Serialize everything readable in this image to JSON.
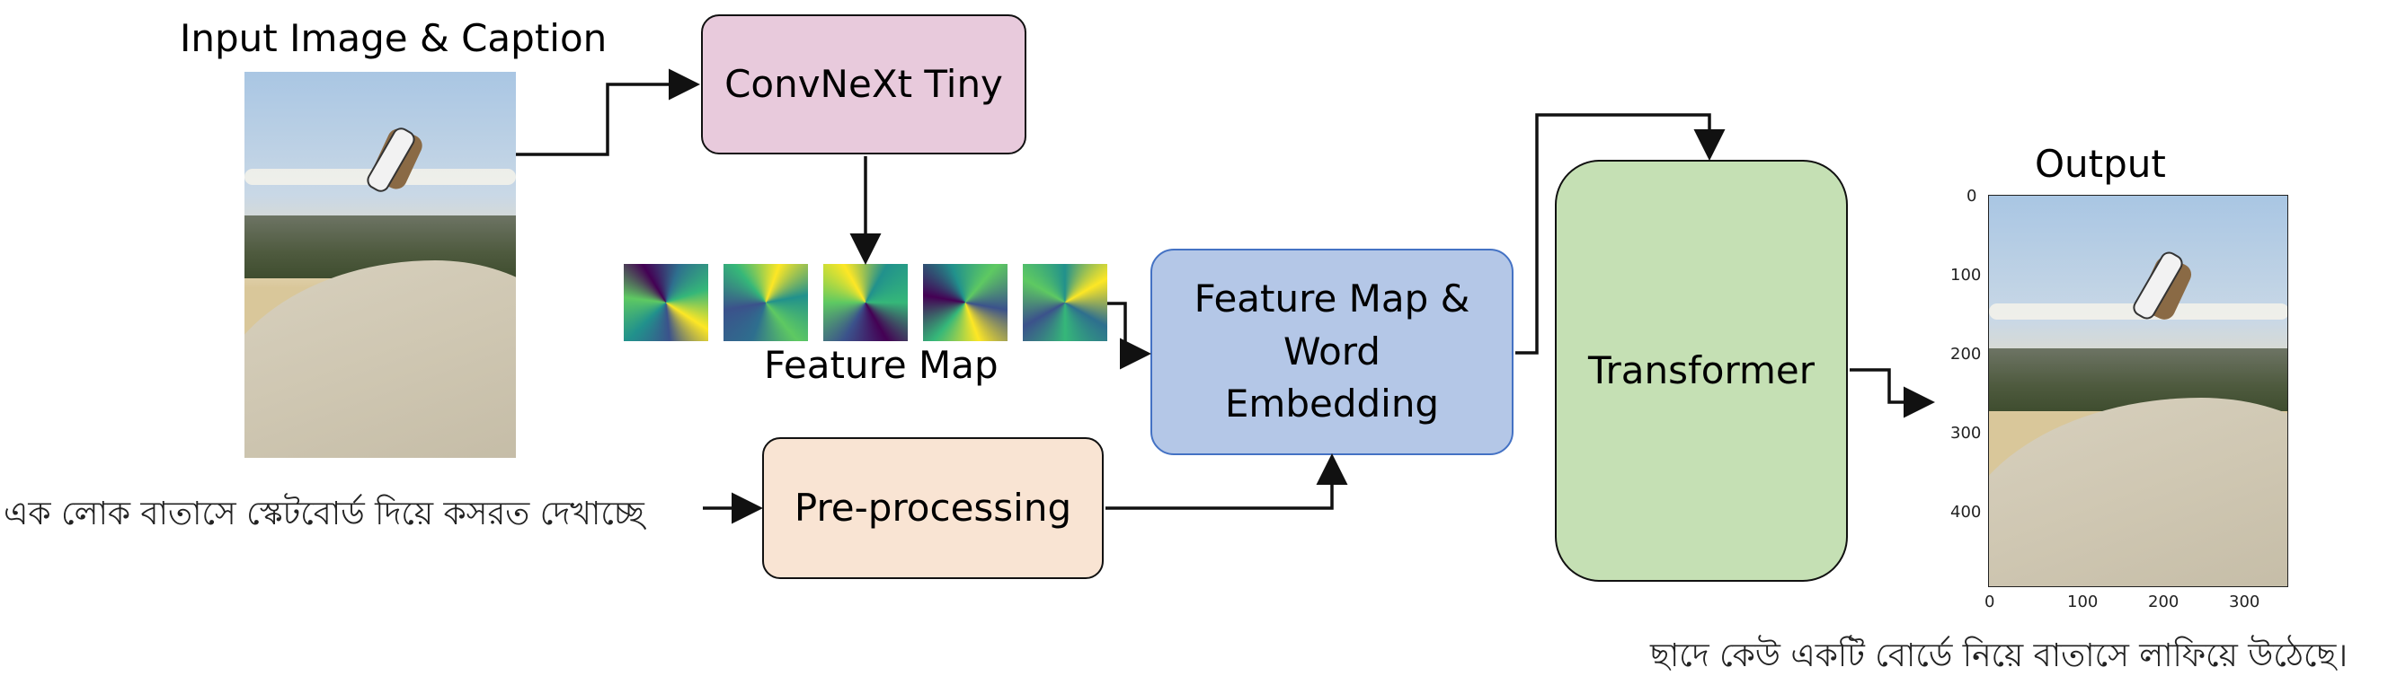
{
  "title_input": "Input Image & Caption",
  "input_caption_bn": "এক লোক বাতাসে স্কেটবোর্ড দিয়ে কসরত দেখাচ্ছে",
  "nodes": {
    "convnext": "ConvNeXt Tiny",
    "preprocessing": "Pre-processing",
    "fusion_line1": "Feature Map &",
    "fusion_line2": "Word",
    "fusion_line3": "Embedding",
    "transformer": "Transformer"
  },
  "feature_map_label": "Feature Map",
  "output_title": "Output",
  "output_caption_bn": "ছাদে কেউ একটি বোর্ডে নিয়ে বাতাসে লাফিয়ে উঠেছে।",
  "output_plot": {
    "y_ticks": [
      "0",
      "100",
      "200",
      "300",
      "400"
    ],
    "x_ticks": [
      "0",
      "100",
      "200",
      "300"
    ]
  },
  "colors": {
    "convnext": "#e8cadc",
    "preprocessing": "#f9e4d3",
    "fusion": "#b4c7e7",
    "fusion_border": "#4472c4",
    "transformer": "#c5e0b4"
  }
}
